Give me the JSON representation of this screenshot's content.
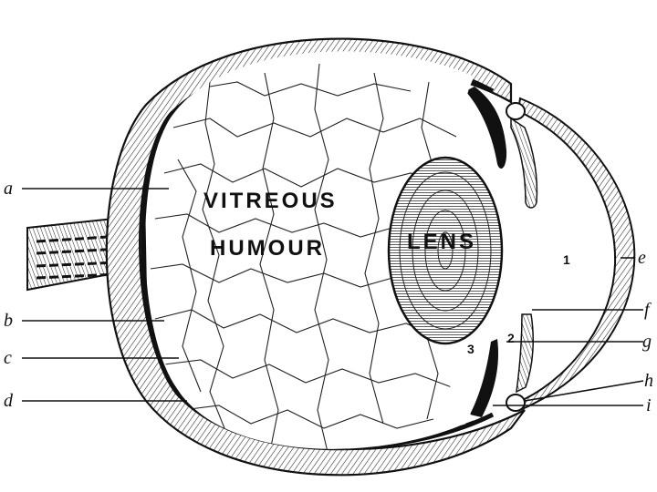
{
  "labels": {
    "vitreous": "VITREOUS",
    "humour": "HUMOUR",
    "lens": "LENS",
    "region1": "1",
    "region2": "2",
    "region3": "3"
  },
  "callouts": {
    "a": "a",
    "b": "b",
    "c": "c",
    "d": "d",
    "e": "e",
    "f": "f",
    "g": "g",
    "h": "h",
    "i": "i"
  }
}
